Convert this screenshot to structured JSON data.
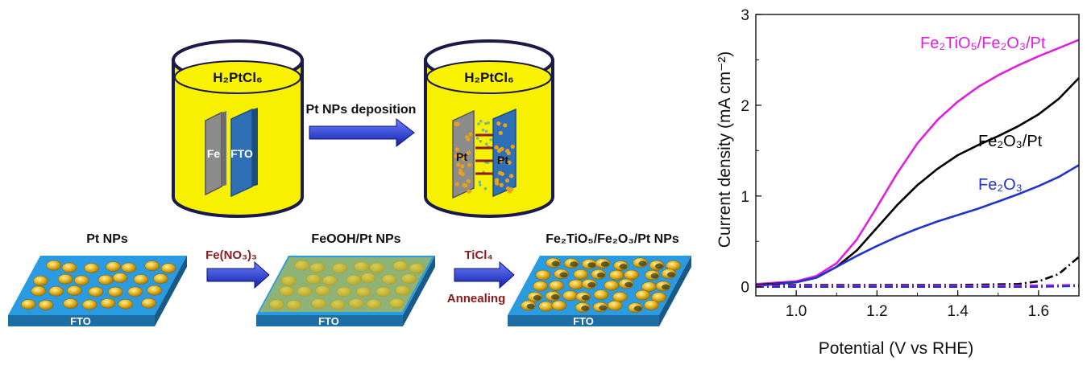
{
  "scheme": {
    "beaker1": {
      "solution": "H₂PtCl₆",
      "left_plate": "Fe",
      "right_plate": "FTO"
    },
    "deposition_arrow": "Pt NPs deposition",
    "beaker2": {
      "solution": "H₂PtCl₆",
      "left_plate": "Pt",
      "right_plate": "Pt"
    },
    "stage1": {
      "title": "Pt NPs",
      "substrate": "FTO"
    },
    "arrow1": {
      "label": "Fe(NO₃)₃"
    },
    "stage2": {
      "title": "FeOOH/Pt NPs",
      "substrate": "FTO"
    },
    "arrow2": {
      "label_top": "TiCl₄",
      "label_bottom": "Annealing"
    },
    "stage3": {
      "title": "Fe₂TiO₅/Fe₂O₃/Pt NPs",
      "substrate": "FTO"
    },
    "colors": {
      "solution": "#f7f000",
      "plate_fe": "#8c8c8c",
      "plate_fto": "#2f6fb5",
      "substrate_top": "#2a9be0",
      "substrate_side": "#1e6ea6",
      "particle": "#d9a91a",
      "arrow": "#2233cc",
      "process_label": "#8b1a1a"
    }
  },
  "chart_data": {
    "type": "line",
    "xlabel": "Potential (V vs RHE)",
    "ylabel": "Current density (mA cm⁻²)",
    "xlim": [
      0.9,
      1.7
    ],
    "ylim": [
      -0.1,
      3.0
    ],
    "xticks": [
      "1.0",
      "1.2",
      "1.4",
      "1.6"
    ],
    "yticks": [
      "0",
      "1",
      "2",
      "3"
    ],
    "grid": false,
    "series": [
      {
        "name": "Fe₂TiO₅/Fe₂O₃/Pt",
        "color": "#e020e0",
        "style": "solid",
        "x": [
          0.9,
          1.0,
          1.05,
          1.1,
          1.15,
          1.2,
          1.25,
          1.3,
          1.35,
          1.4,
          1.45,
          1.5,
          1.55,
          1.6,
          1.65,
          1.7
        ],
        "y": [
          0.03,
          0.06,
          0.12,
          0.26,
          0.52,
          0.88,
          1.25,
          1.58,
          1.84,
          2.04,
          2.2,
          2.33,
          2.44,
          2.54,
          2.63,
          2.72
        ]
      },
      {
        "name": "Fe₂O₃/Pt",
        "color": "#000000",
        "style": "solid",
        "x": [
          0.9,
          1.0,
          1.05,
          1.1,
          1.15,
          1.2,
          1.25,
          1.3,
          1.35,
          1.4,
          1.45,
          1.5,
          1.55,
          1.6,
          1.65,
          1.7
        ],
        "y": [
          0.02,
          0.05,
          0.1,
          0.22,
          0.4,
          0.65,
          0.9,
          1.12,
          1.3,
          1.45,
          1.56,
          1.66,
          1.77,
          1.9,
          2.07,
          2.3
        ]
      },
      {
        "name": "Fe₂O₃",
        "color": "#2233cc",
        "style": "solid",
        "x": [
          0.9,
          1.0,
          1.05,
          1.1,
          1.15,
          1.2,
          1.25,
          1.3,
          1.35,
          1.4,
          1.45,
          1.5,
          1.55,
          1.6,
          1.65,
          1.7
        ],
        "y": [
          0.01,
          0.05,
          0.1,
          0.22,
          0.34,
          0.45,
          0.55,
          0.64,
          0.72,
          0.79,
          0.86,
          0.94,
          1.02,
          1.11,
          1.21,
          1.34
        ]
      },
      {
        "name": "",
        "color": "#000000",
        "style": "dashdot",
        "x": [
          0.9,
          1.2,
          1.4,
          1.55,
          1.6,
          1.65,
          1.7
        ],
        "y": [
          0.02,
          0.02,
          0.02,
          0.03,
          0.06,
          0.14,
          0.33
        ]
      },
      {
        "name": "",
        "color": "#e020e0",
        "style": "dashdot",
        "x": [
          0.9,
          1.2,
          1.4,
          1.6,
          1.7
        ],
        "y": [
          0.01,
          0.01,
          0.01,
          0.015,
          0.02
        ]
      },
      {
        "name": "",
        "color": "#2233cc",
        "style": "dashdot",
        "x": [
          0.9,
          1.2,
          1.4,
          1.6,
          1.7
        ],
        "y": [
          0.0,
          0.0,
          0.0,
          0.0,
          0.01
        ]
      }
    ]
  }
}
